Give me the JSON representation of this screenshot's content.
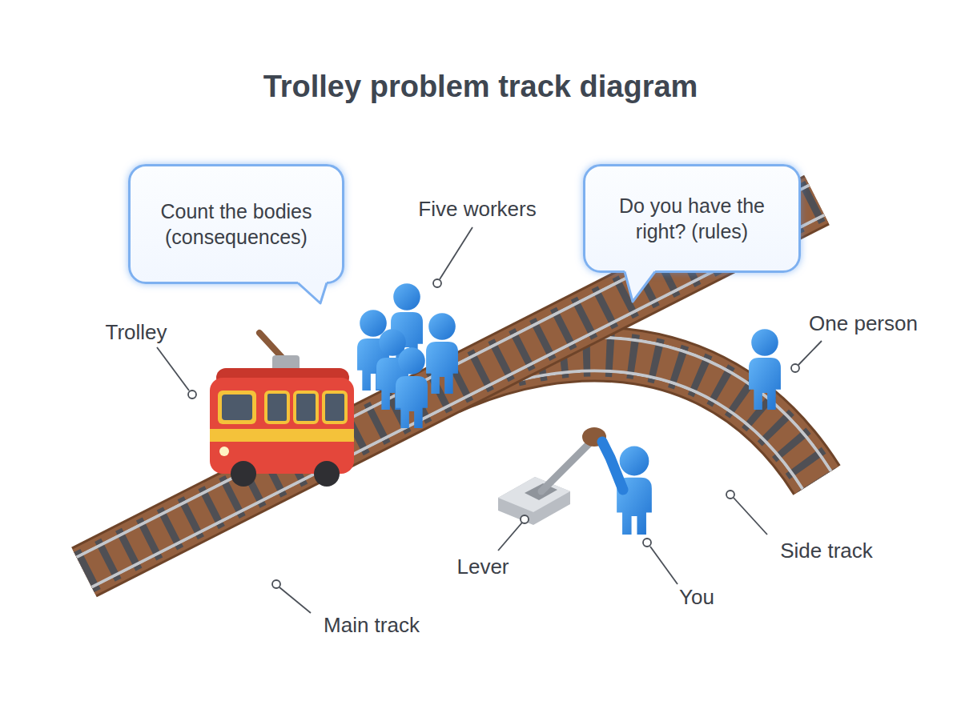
{
  "diagram": {
    "title": "Trolley problem track diagram",
    "nodes": [
      {
        "text": [
          "Count the bodies (consequences)"
        ]
      },
      {
        "text": [
          "Do you have the right? (rules)"
        ]
      }
    ],
    "labels": [
      "Five workers",
      "Trolley",
      "One person",
      "Lever",
      "Side track",
      "You",
      "Main track"
    ]
  }
}
